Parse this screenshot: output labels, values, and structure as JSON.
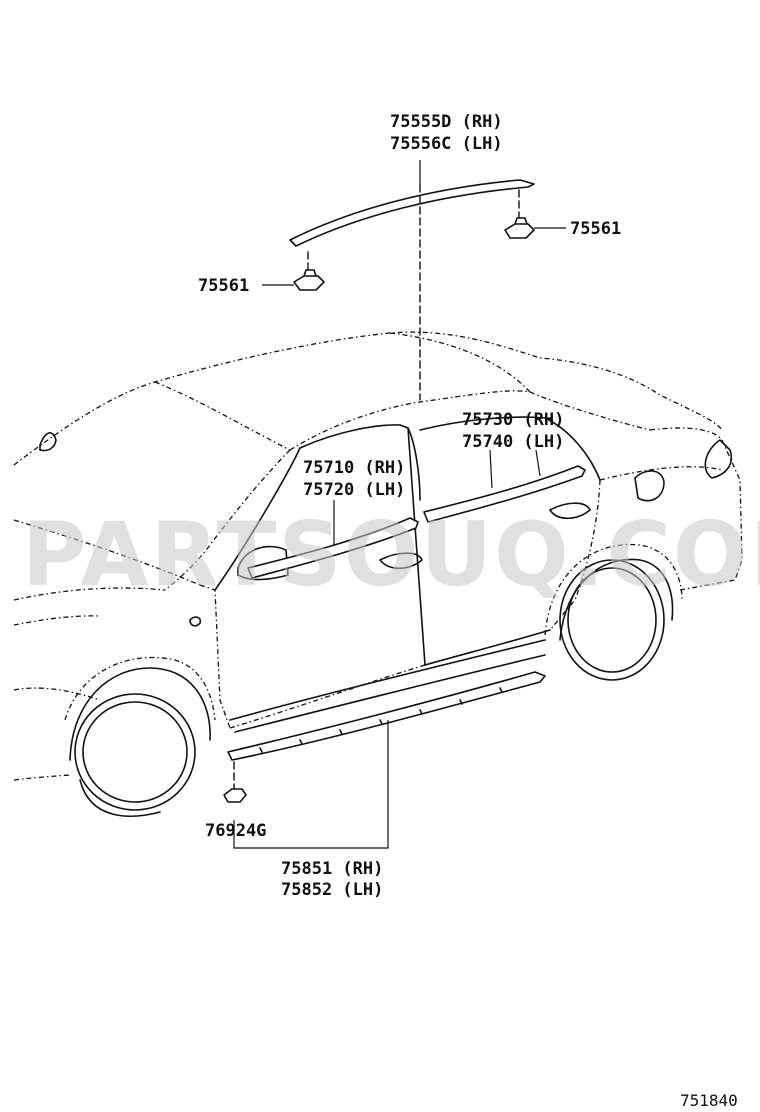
{
  "watermark": "PARTSOUQ.COM",
  "diagram_id": "751840",
  "callouts": {
    "roof_molding_rh": "75555D (RH)",
    "roof_molding_lh": "75556C (LH)",
    "roof_clip_right": "75561",
    "roof_clip_left": "75561",
    "rear_belt_molding_rh": "75730 (RH)",
    "rear_belt_molding_lh": "75740 (LH)",
    "front_belt_molding_rh": "75710 (RH)",
    "front_belt_molding_lh": "75720 (LH)",
    "rocker_clip": "76924G",
    "rocker_molding_rh": "75851 (RH)",
    "rocker_molding_lh": "75852 (LH)"
  }
}
